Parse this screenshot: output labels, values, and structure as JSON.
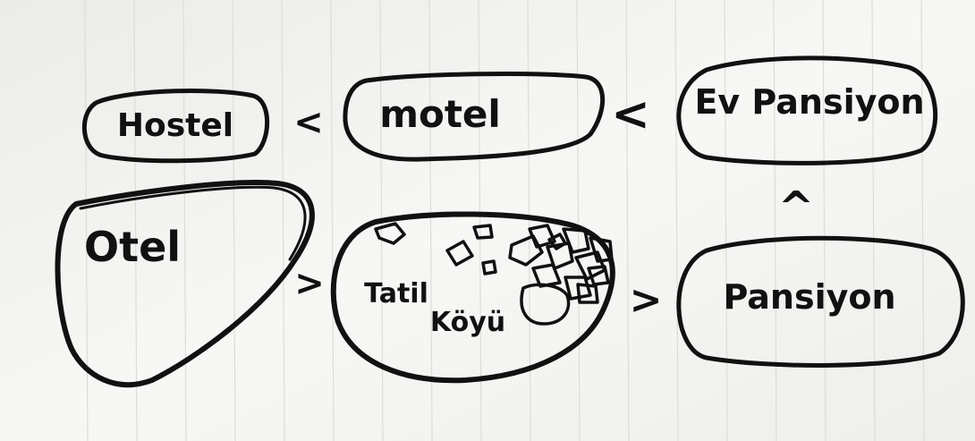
{
  "nodes": {
    "hostel": "Hostel",
    "motel": "motel",
    "ev_pansiyon": "Ev Pansiyon",
    "otel": "Otel",
    "tatil": "Tatil",
    "koyu": "Köyü",
    "pansiyon": "Pansiyon"
  },
  "relations": {
    "hostel_motel": "<",
    "motel_ev_pansiyon": "<",
    "pansiyon_ev_pansiyon": "^",
    "otel_tatil_koyu": ">",
    "tatil_koyu_pansiyon": ">"
  },
  "colors": {
    "ink": "#111111",
    "paper": "#f4f4f2",
    "rule_line": "#d9d9d6"
  }
}
